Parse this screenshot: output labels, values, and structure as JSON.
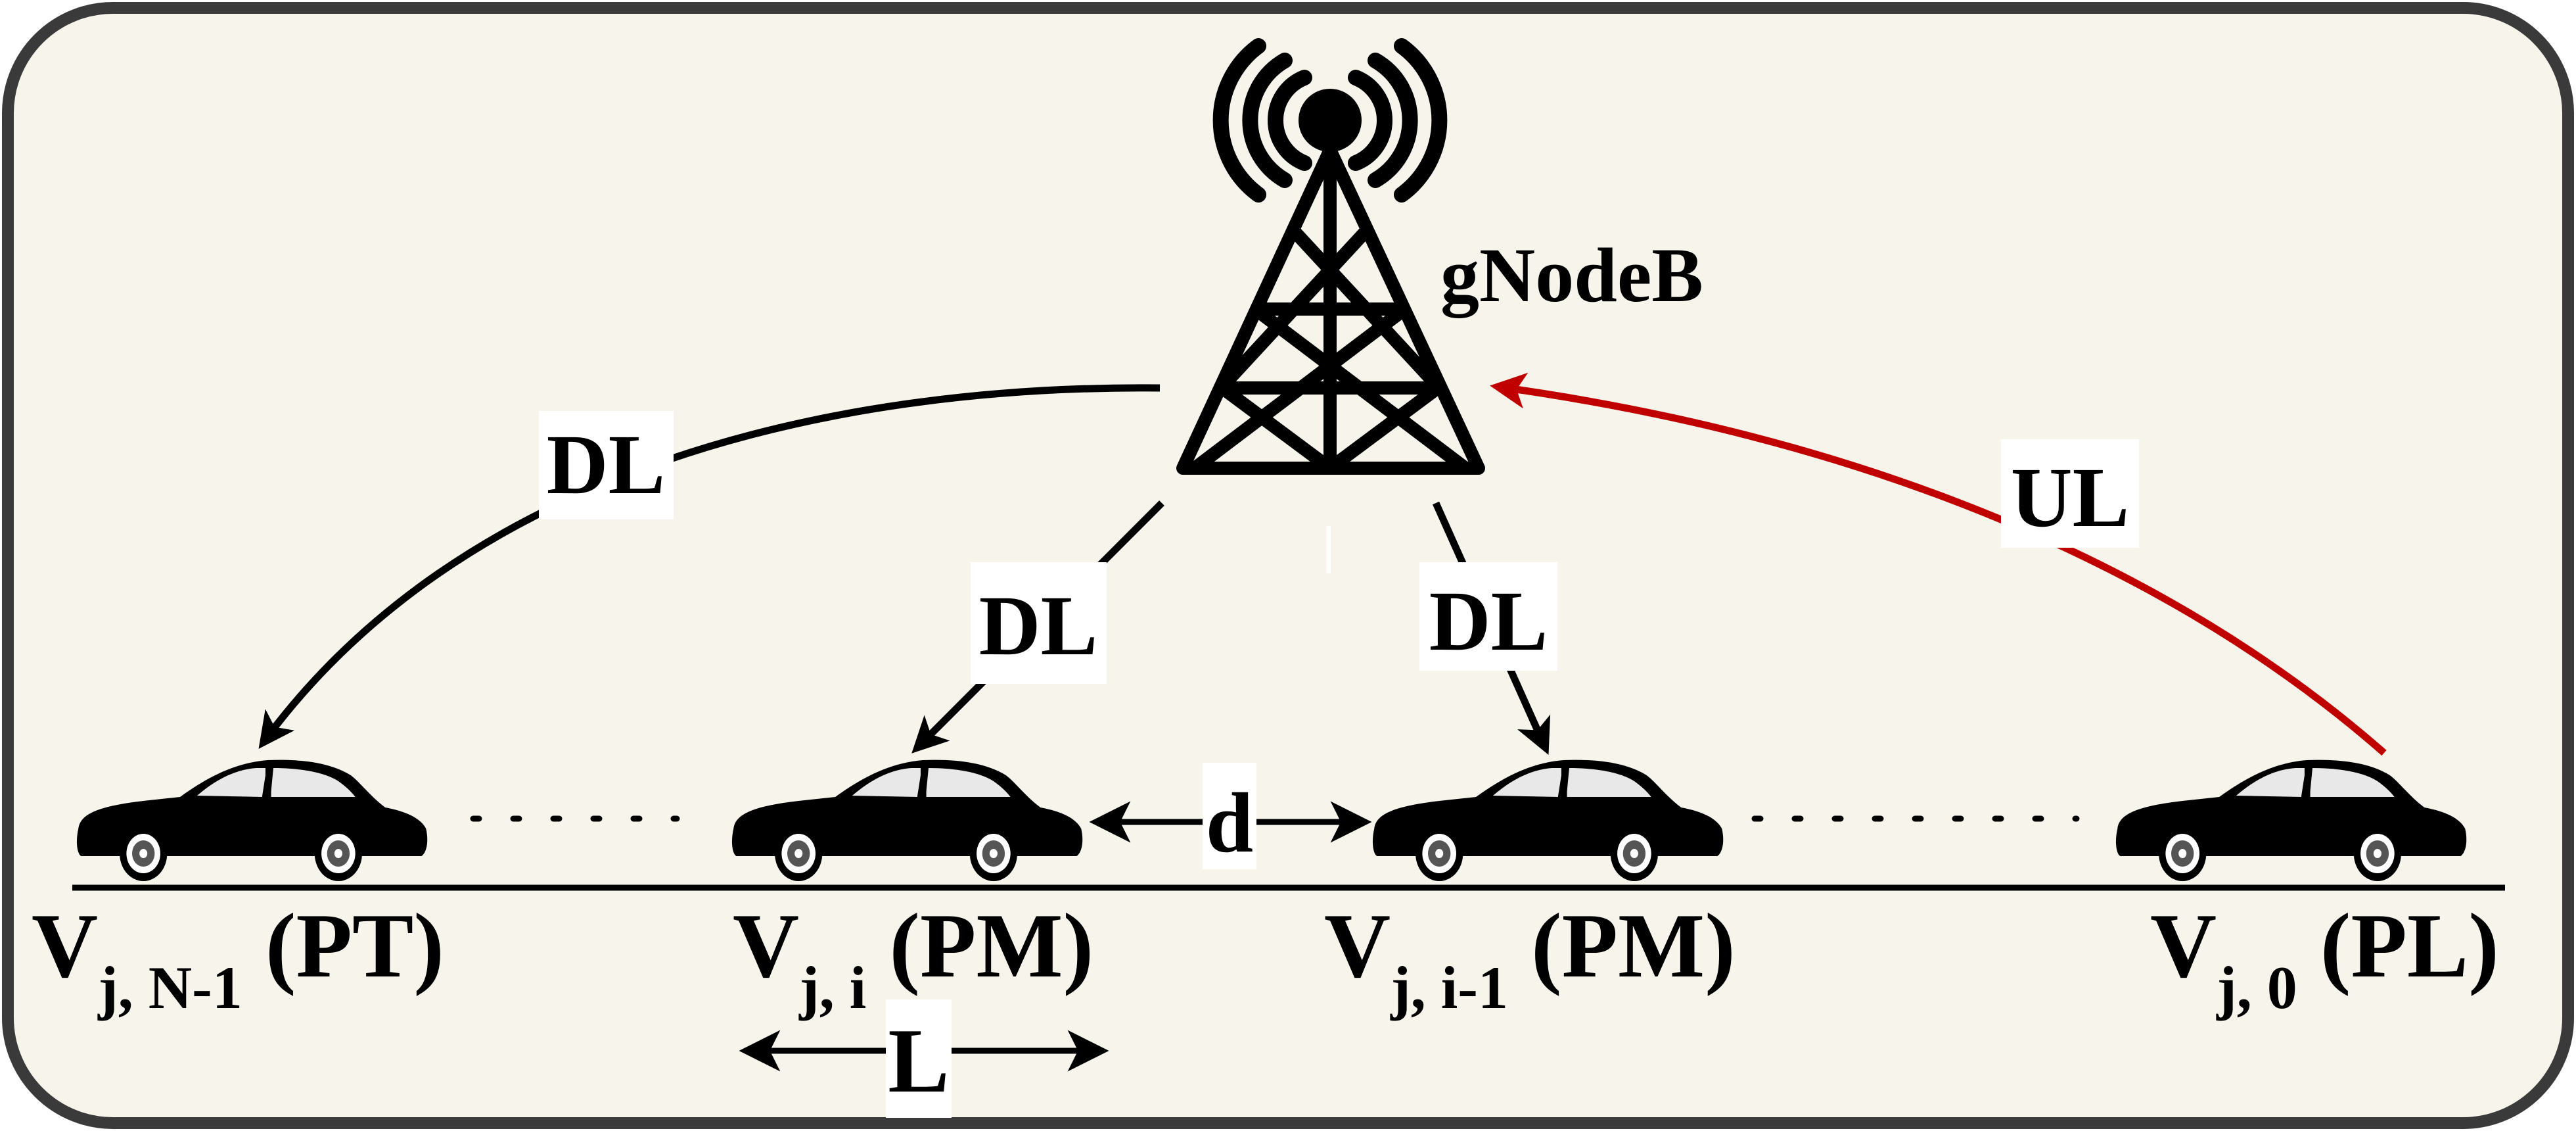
{
  "colors": {
    "panel_fill": "#f7f4ec",
    "panel_border": "#3a3a3a",
    "line_black": "#000000",
    "uplink_red": "#c00000",
    "label_bg": "#ffffff"
  },
  "tower": {
    "label": "gNodeB",
    "icon": "cell-tower-icon"
  },
  "links": {
    "dl_left": "DL",
    "dl_mid_left": "DL",
    "dl_mid_right": "DL",
    "ul_right": "UL"
  },
  "spacing": {
    "gap": "d",
    "length": "L"
  },
  "vehicles": [
    {
      "main": "V",
      "sub": "j, N-1",
      "role": "(PT)"
    },
    {
      "main": "V",
      "sub": "j, i",
      "role": "(PM)"
    },
    {
      "main": "V",
      "sub": "j, i-1",
      "role": "(PM)"
    },
    {
      "main": "V",
      "sub": "j, 0",
      "role": "(PL)"
    }
  ]
}
